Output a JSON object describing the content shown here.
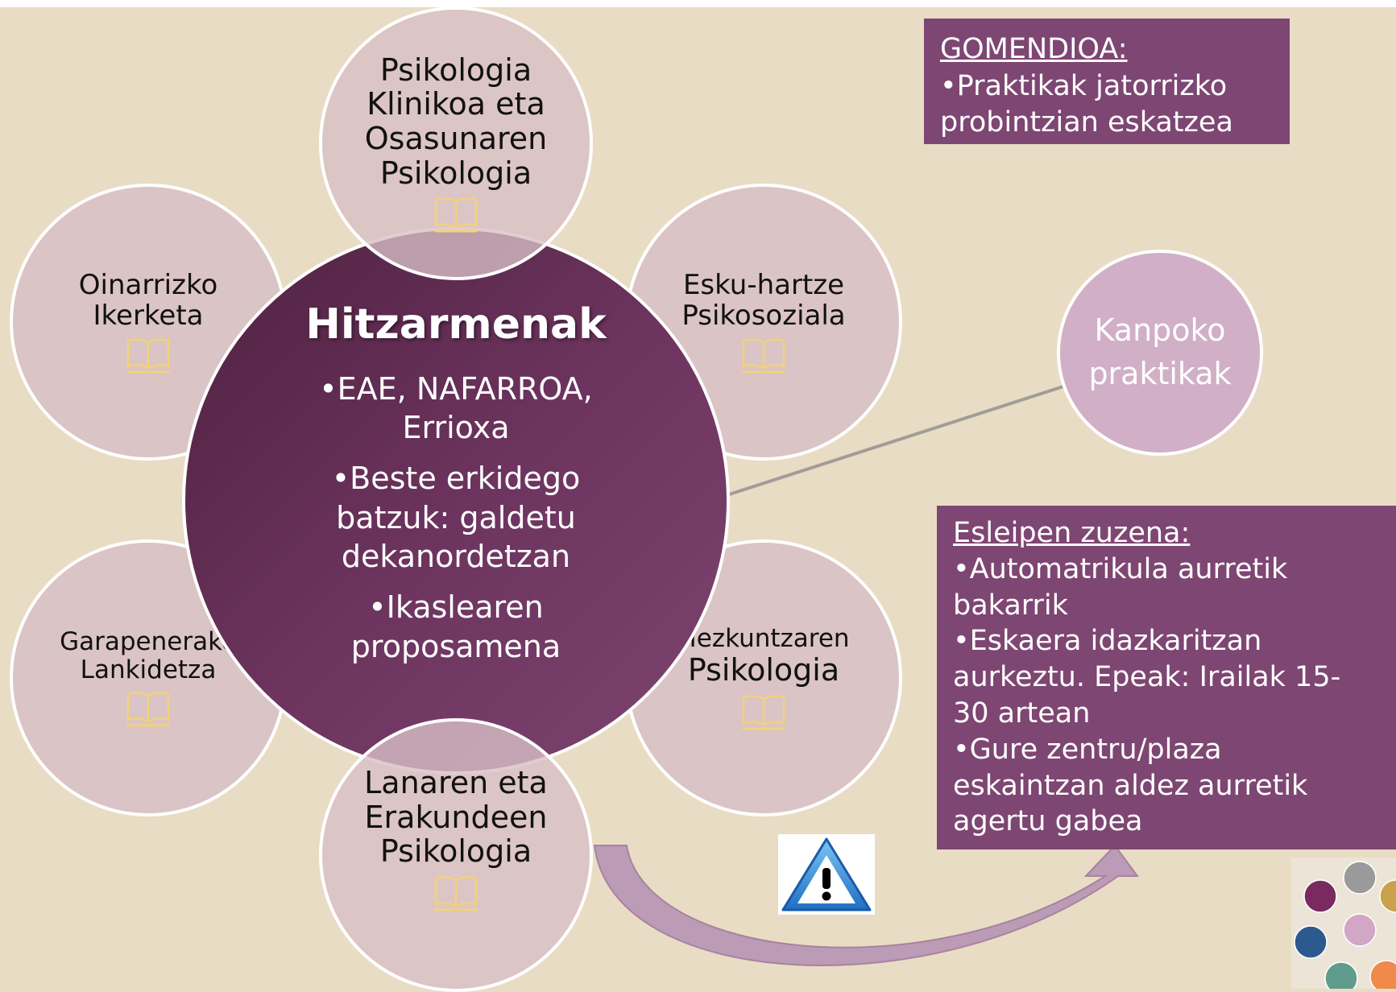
{
  "colors": {
    "background": "#e9dcc4",
    "center_fill": "#6e3560",
    "satellite_fill": "#d8bfc5",
    "note_fill": "#7e4672",
    "kanpoko_fill": "#d1afc7",
    "book_icon": "#f2d27a"
  },
  "center": {
    "title": "Hitzarmenak",
    "items": [
      "•EAE, NAFARROA, Errioxa",
      "•Beste erkidego batzuk: galdetu dekanordetzan",
      "•Ikaslearen proposamena"
    ]
  },
  "satellites": {
    "top": "Psikologia Klinikoa eta Osasunaren Psikologia",
    "upper_left": "Oinarrizko Ikerketa",
    "upper_right": "Esku-hartze Psikosoziala",
    "lower_left": "Garapenerako Lankidetza",
    "lower_right_line1": "Hezkuntzaren",
    "lower_right_line2": "Psikologia",
    "bottom": "Lanaren eta Erakundeen Psikologia",
    "icon": "book-icon"
  },
  "kanpoko": {
    "label": "Kanpoko praktikak"
  },
  "gomendioa": {
    "heading": "GOMENDIOA:",
    "body": "•Praktikak jatorrizko\nprobintzian eskatzea"
  },
  "esleipen": {
    "heading": "Esleipen zuzena:",
    "items": [
      "•Automatrikula aurretik\nbakarrik",
      "•Eskaera idazkaritzan\naurkeztu. Epeak: Irailak 15-\n30 artean",
      "•Gure zentru/plaza\neskaintzan aldez aurretik\nagertu gabea"
    ]
  },
  "warning": {
    "icon": "warning-triangle-icon"
  }
}
